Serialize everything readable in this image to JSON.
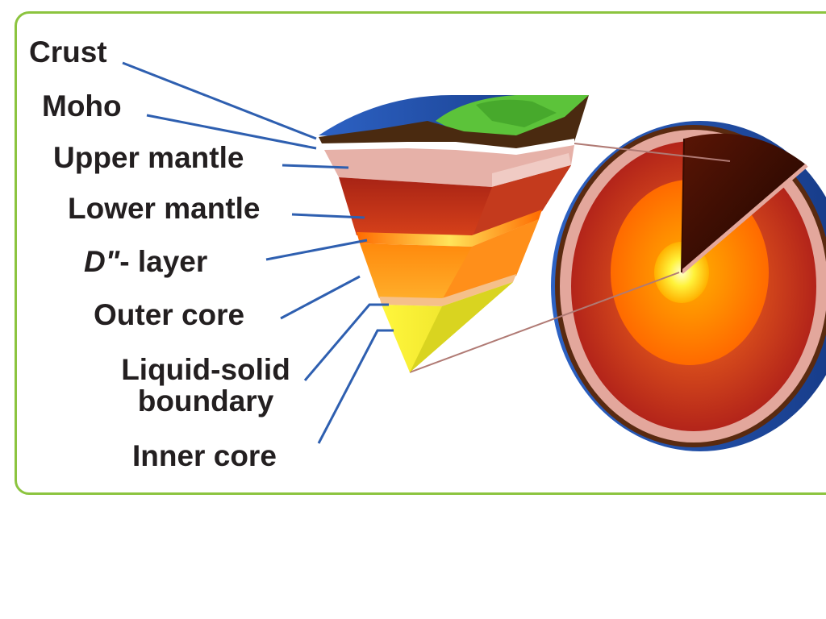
{
  "diagram": {
    "title": "Earth's internal layers",
    "labels": {
      "crust": "Crust",
      "moho": "Moho",
      "upper_mantle": "Upper mantle",
      "lower_mantle": "Lower mantle",
      "d_layer_symbol": "D\"",
      "d_layer_suffix": "- layer",
      "outer_core": "Outer core",
      "liquid_solid_line1": "Liquid-solid",
      "liquid_solid_line2": "boundary",
      "inner_core": "Inner core"
    },
    "colors": {
      "frame": "#8cc43f",
      "leader_line": "#2e5fb0",
      "text": "#231f20",
      "ocean": "#1f4fa8",
      "land": "#5cc33a",
      "rock": "#4a2a10",
      "crust_band": "#e8b7ad",
      "lower_mantle": "#c0261b",
      "d_layer": "#ffb300",
      "outer_core": "#ff8a00",
      "inner_core": "#f3ef30"
    }
  }
}
